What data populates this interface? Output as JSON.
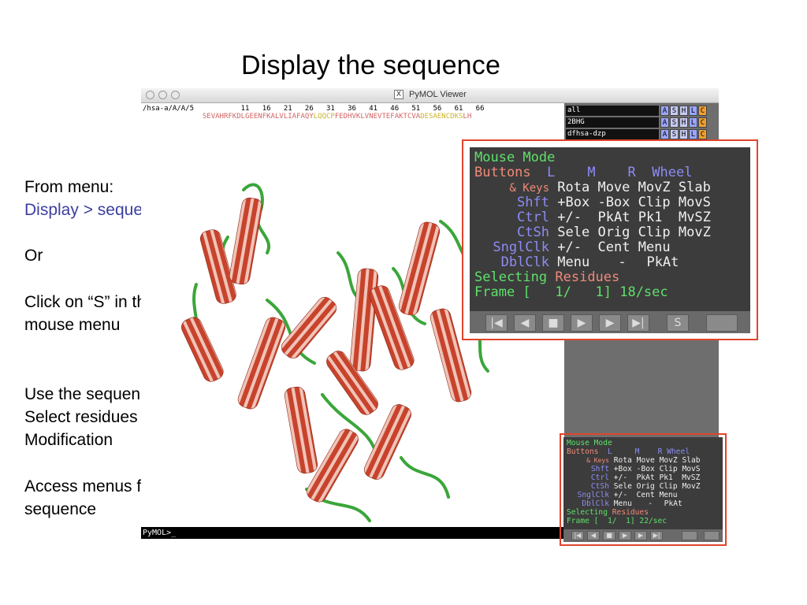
{
  "slide": {
    "title": "Display the sequence",
    "lines": [
      {
        "text": "From menu:"
      },
      {
        "text": "Display > sequence"
      },
      {
        "text": "Or"
      },
      {
        "text": "Click on “S” in the"
      },
      {
        "text": "mouse menu"
      },
      {
        "text": "Use the sequence to"
      },
      {
        "text": "Select residues for"
      },
      {
        "text": "Modification"
      },
      {
        "text": "Access menus from the"
      },
      {
        "text": "sequence"
      }
    ]
  },
  "window": {
    "title": "PyMOL Viewer",
    "x_glyph": "X"
  },
  "sequence": {
    "chain_label": "/hsa-a/A/A/5",
    "numbers": "11   16   21   26   31   36   41   46   51   56   61   66",
    "segments": [
      {
        "text": "SEVAHRFKDL",
        "color": "#d06464"
      },
      {
        "text": "GEENFKALVLIAFAQY",
        "color": "#d06464"
      },
      {
        "text": "LQQCP",
        "color": "#c9b430"
      },
      {
        "text": "FEDHVKLVNEVTEFAKTCVA",
        "color": "#d06464"
      },
      {
        "text": "DESAENCDKS",
        "color": "#c9b430"
      },
      {
        "text": "LH",
        "color": "#d06464"
      }
    ]
  },
  "objects": [
    {
      "name": "all",
      "buttons": [
        "A",
        "S",
        "H",
        "L",
        "C"
      ]
    },
    {
      "name": "2BHG",
      "buttons": [
        "A",
        "S",
        "H",
        "L",
        "C"
      ]
    },
    {
      "name": "dfhsa-dzp",
      "buttons": [
        "A",
        "S",
        "H",
        "L",
        "C"
      ]
    }
  ],
  "button_colors": {
    "A": "#9aa6ff",
    "S": "#c8ccf5",
    "H": "#c8ccf5",
    "L": "#9aa6ff",
    "C": "#f0a030"
  },
  "mouse_mode": {
    "title": "Mouse Mode",
    "header": {
      "label": "Buttons",
      "L": "L",
      "M": "M",
      "R": "R",
      "W": "Wheel"
    },
    "rows": [
      {
        "key": "& Keys",
        "L": "Rota",
        "M": "Move",
        "R": "MovZ",
        "W": "Slab"
      },
      {
        "key": "Shft",
        "L": "+Box",
        "M": "-Box",
        "R": "Clip",
        "W": "MovS"
      },
      {
        "key": "Ctrl",
        "L": "+/-",
        "M": "PkAt",
        "R": "Pk1",
        "W": "MvSZ"
      },
      {
        "key": "CtSh",
        "L": "Sele",
        "M": "Orig",
        "R": "Clip",
        "W": "MovZ"
      },
      {
        "key": "SnglClk",
        "L": "+/-",
        "M": "Cent",
        "R": "Menu",
        "W": ""
      },
      {
        "key": "DblClk",
        "L": "Menu",
        "M": "-",
        "R": "PkAt",
        "W": ""
      }
    ],
    "selecting": {
      "label": "Selecting",
      "value": "Residues"
    },
    "frame_big": "Frame [   1/   1] 18/sec",
    "frame_small": "Frame [  1/  1] 22/sec",
    "controls": [
      "|◀",
      "◀",
      "■",
      "▶",
      "▶",
      "▶|",
      "S"
    ]
  },
  "command": {
    "prompt": "PyMOL>_"
  }
}
